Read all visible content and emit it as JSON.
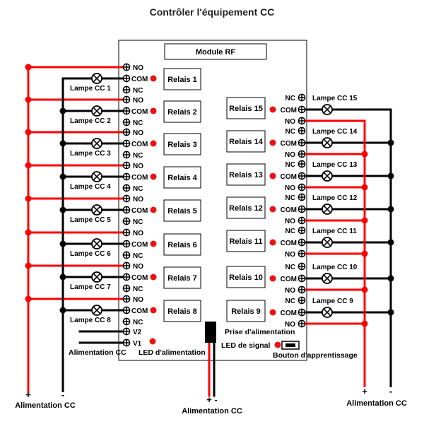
{
  "title": "Contrôler l'équipement CC",
  "module_label": "Module RF",
  "terminals": {
    "no": "NO",
    "com": "COM",
    "nc": "NC",
    "v2": "V2",
    "v1": "V1"
  },
  "left_channels": [
    {
      "relay": "Relais 1",
      "lamp": "Lampe CC 1"
    },
    {
      "relay": "Relais 2",
      "lamp": "Lampe CC 2"
    },
    {
      "relay": "Relais 3",
      "lamp": "Lampe CC 3"
    },
    {
      "relay": "Relais 4",
      "lamp": "Lampe CC 4"
    },
    {
      "relay": "Relais 5",
      "lamp": "Lampe CC 5"
    },
    {
      "relay": "Relais 6",
      "lamp": "Lampe CC 6"
    },
    {
      "relay": "Relais 7",
      "lamp": "Lampe CC 7"
    },
    {
      "relay": "Relais 8",
      "lamp": "Lampe CC 8"
    }
  ],
  "right_channels": [
    {
      "relay": "Relais 15",
      "lamp": "Lampe CC 15"
    },
    {
      "relay": "Relais 14",
      "lamp": "Lampe CC 14"
    },
    {
      "relay": "Relais 13",
      "lamp": "Lampe CC 13"
    },
    {
      "relay": "Relais 12",
      "lamp": "Lampe CC 12"
    },
    {
      "relay": "Relais 11",
      "lamp": "Lampe CC 11"
    },
    {
      "relay": "Relais 10",
      "lamp": "Lampe CC 10"
    },
    {
      "relay": "Relais 9",
      "lamp": "Lampe CC 9"
    }
  ],
  "labels": {
    "power_supply": "Alimentation CC",
    "power_led": "LED d'alimentation",
    "power_socket": "Prise d'alimentation",
    "signal_led": "LED de signal",
    "learn_button": "Bouton d'apprentissage",
    "plus": "+",
    "minus": "-",
    "plus_minus": "+ -"
  },
  "colors": {
    "positive_wire": "#ff0000",
    "negative_wire": "#000000",
    "led": "#ee1111"
  }
}
